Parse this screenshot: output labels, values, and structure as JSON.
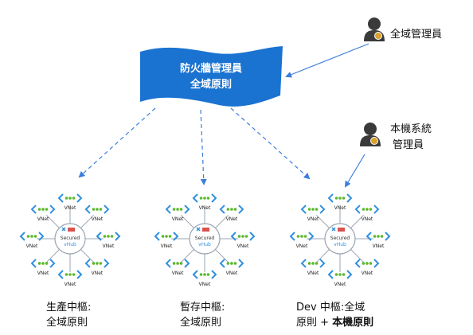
{
  "global_admin": {
    "label": "全域管理員"
  },
  "local_admin": {
    "line1": "本機系統",
    "line2": "管理員"
  },
  "policy_banner": {
    "line1": "防火牆管理員",
    "line2": "全域原則"
  },
  "hub_center": {
    "line1": "Secured",
    "line2": "vHub"
  },
  "vnet_label": "VNet",
  "hubs": [
    {
      "name": "生產中樞:",
      "policy": "全域原則"
    },
    {
      "name": "暫存中樞:",
      "policy": "全域原則"
    },
    {
      "name": "Dev 中樞:全域",
      "policy_a": "原則 + ",
      "policy_b": "本機原則"
    }
  ],
  "colors": {
    "accent": "#1a73d1",
    "arrow": "#3b7ddd",
    "vnet_chevron": "#2f8fe0",
    "vnet_dots": "#5bb82e",
    "admin_badge": "#d9a02b"
  }
}
